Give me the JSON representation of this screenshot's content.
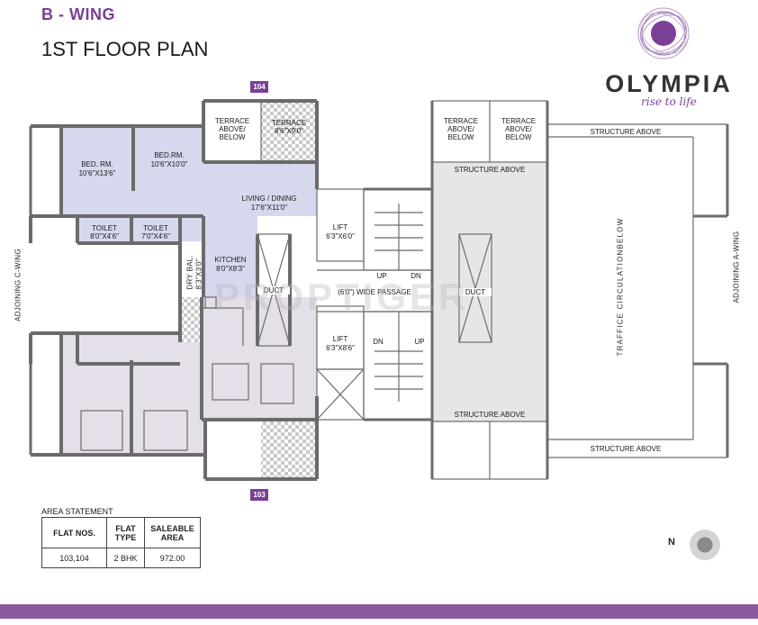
{
  "header": {
    "wing": "B - WING",
    "plan_title": "1ST FLOOR PLAN"
  },
  "logo": {
    "name": "OLYMPIA",
    "tagline": "rise to life",
    "icon": "spiral-logo-icon",
    "color": "#7b3f98"
  },
  "flat_tags": {
    "top": "104",
    "bottom": "103"
  },
  "rooms": {
    "terrace_above_1": "TERRACE\nABOVE/\nBELOW",
    "terrace_small": "TERRACE\n8'6\"X9'0\"",
    "bed_rm_1_name": "BED. RM.",
    "bed_rm_1_size": "10'6\"X13'6\"",
    "bed_rm_2_name": "BED.RM.",
    "bed_rm_2_size": "10'6\"X10'0\"",
    "living_name": "LIVING / DINING",
    "living_size": "17'6\"X11'0\"",
    "toilet_1_name": "TOILET",
    "toilet_1_size": "8'0\"X4'6\"",
    "toilet_2_name": "TOILET",
    "toilet_2_size": "7'0\"X4'6\"",
    "dry_bal": "DRY BAL.",
    "dry_bal_size": "8'3\"X3'0\"",
    "kitchen_name": "KITCHEN",
    "kitchen_size": "8'0\"X8'3\"",
    "duct": "DUCT",
    "lift_1_name": "LIFT",
    "lift_1_size": "6'3\"X6'0\"",
    "lift_2_name": "LIFT",
    "lift_2_size": "6'3\"X8'6\"",
    "passage": "(6'0\") WIDE PASSAGE",
    "up": "UP",
    "dn": "DN",
    "terrace_above_2": "TERRACE\nABOVE/\nBELOW",
    "terrace_above_3": "TERRACE\nABOVE/\nBELOW",
    "structure_above": "STRUCTURE ABOVE",
    "duct_2": "DUCT",
    "traffic": "TRAFFICE CIRCULATIONBELOW",
    "adjoining_c": "ADJOINING C-WING",
    "adjoining_a": "ADJOINING A-WING"
  },
  "area_statement": {
    "title": "AREA STATEMENT",
    "headers": [
      "FLAT NOS.",
      "FLAT\nTYPE",
      "SALEABLE\nAREA"
    ],
    "rows": [
      [
        "103,104",
        "2 BHK",
        "972.00"
      ]
    ]
  },
  "compass": {
    "label": "N"
  },
  "watermark": "PROPTIGER",
  "colors": {
    "accent": "#7b3f98",
    "flat_104_fill": "#d6d8ee",
    "flat_103_fill": "#e4dfe8",
    "structure_fill": "#e6e6e6",
    "wall": "#6b6b6b"
  }
}
